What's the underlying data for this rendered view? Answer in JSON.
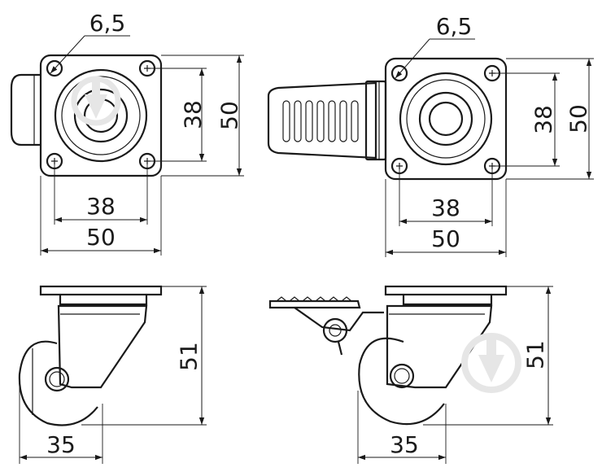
{
  "top_left_view": {
    "hole_diameter": "6,5",
    "hole_spacing_vertical": "38",
    "plate_height": "50",
    "hole_spacing_horizontal": "38",
    "plate_width": "50"
  },
  "top_right_view": {
    "hole_diameter": "6,5",
    "hole_spacing_vertical": "38",
    "plate_height": "50",
    "hole_spacing_horizontal": "38",
    "plate_width": "50"
  },
  "side_left_view": {
    "total_height": "51",
    "wheel_diameter": "35"
  },
  "side_right_view": {
    "total_height": "51",
    "wheel_diameter": "35"
  },
  "colors": {
    "line": "#1a1a1a",
    "watermark": "#e6e6e6"
  }
}
